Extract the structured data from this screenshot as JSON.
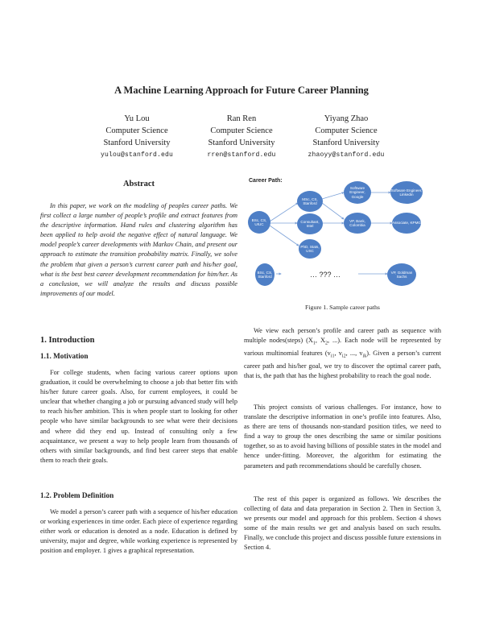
{
  "title": "A Machine Learning Approach for Future Career Planning",
  "authors": [
    {
      "name": "Yu Lou",
      "dept": "Computer Science",
      "univ": "Stanford University",
      "email": "yulou@stanford.edu"
    },
    {
      "name": "Ran Ren",
      "dept": "Computer Science",
      "univ": "Stanford University",
      "email": "rren@stanford.edu"
    },
    {
      "name": "Yiyang Zhao",
      "dept": "Computer Science",
      "univ": "Stanford University",
      "email": "zhaoyy@stanford.edu"
    }
  ],
  "abstract": {
    "heading": "Abstract",
    "text": "In this paper, we work on the modeling of peoples career paths. We first collect a large number of people’s profile and extract features from the descriptive information. Hand rules and clustering algorithm has been applied to help avoid the negative effect of natural language. We model people’s career developments with Markov Chain, and present our approach to estimate the transition probability matrix. Finally, we solve the problem that given a person’s current career path and his/her goal, what is the best best career development recommendation for him/her. As a conclusion, we will analyze the results and discuss possible improvements of our model."
  },
  "figure": {
    "label": "Career Path:",
    "caption": "Figure 1. Sample career paths",
    "unknown": "… ??? …",
    "nodes": [
      "BSc, CS, UIUC",
      "MSc, CS, Stanford",
      "Consultant, Intel",
      "PhD, Stats, USC",
      "Software Engineer, Google",
      "VP, Bank, Colombia",
      "Software Engineer, Linkedin",
      "Associate, KPMG",
      "BSc, CS, Stanford",
      "VP, Goldman Sachs"
    ]
  },
  "sections": {
    "intro_heading": "1. Introduction",
    "motivation_heading": "1.1. Motivation",
    "motivation_text": "For college students, when facing various career options upon graduation, it could be overwhelming to choose a job that better fits with his/her future career goals. Also, for current employees, it could be unclear that whether changing a job or pursuing advanced study will help to reach his/her ambition. This is when people start to looking for other people who have similar backgrounds to see what were their decisions and where did they end up. Instead of consulting only a few acquaintance, we present a way to help people learn from thousands of others with similar backgrounds, and find best career steps that enable them to reach their goals.",
    "problem_heading": "1.2. Problem Definition",
    "problem_text": "We model a person’s career path with a sequence of his/her education or working experiences in time order. Each piece of experience regarding either work or education is denoted as a node. Education is defined by university, major and degree, while working experience is represented by position and employer. 1 gives a graphical representation.",
    "right_p1_a": "We view each person’s profile and career path as sequence with multiple nodes(steps) (X",
    "right_p1_b": "Each node will be represented by various multinomial features (v",
    "right_p1_c": "Given a person’s current career path and his/her goal, we try to discover the optimal career path, that is, the path that has the highest probability to reach the goal node.",
    "right_p2": "This project consists of various challenges. For instance, how to translate the descriptive information in one’s profile into features. Also, as there are tens of thousands non-standard position titles, we need to find a way to group the ones describing the same or similar positions together, so as to avoid having billions of possible states in the model and hence under-fitting. Moreover, the algorithm for estimating the parameters and path recommendations should be carefully chosen.",
    "right_p3": "The rest of this paper is organized as follows. We describes the collecting of data and data preparation in Section 2. Then in Section 3, we presents our model and approach for this problem. Section 4 shows some of the main results we get and analysis based on such results. Finally, we conclude this project and discuss possible future extensions in Section 4."
  }
}
